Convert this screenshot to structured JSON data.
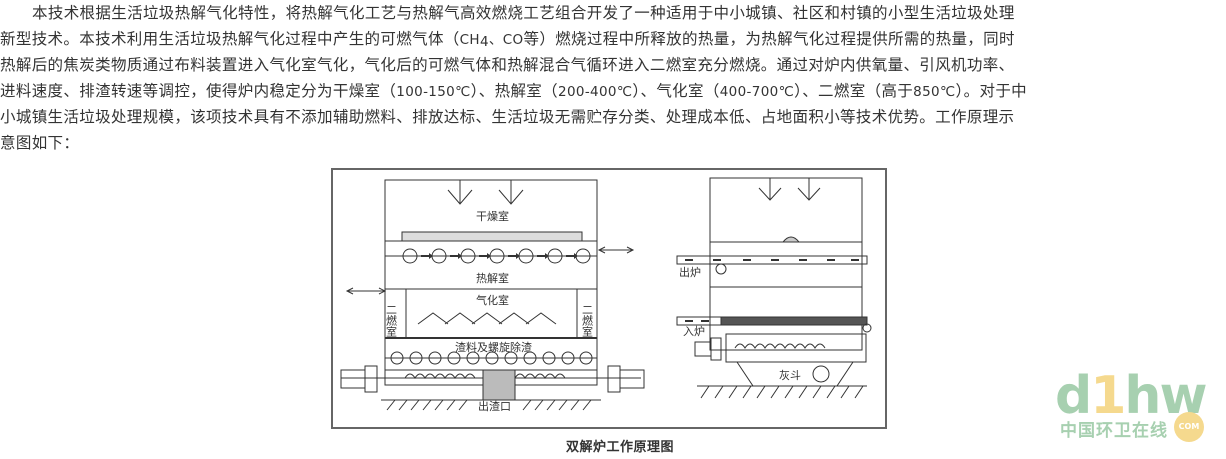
{
  "article": {
    "lines": [
      "本技术根据生活垃圾热解气化特性，将热解气化工艺与热解气高效燃烧工艺组合开发了一种适用于中小城镇、社区和村镇的小型生活垃圾处理",
      "新型技术。本技术利用生活垃圾热解气化过程中产生的可燃气体（",
      "等）燃烧过程中所释放的热量，为热解气化过程提供所需的热量，同时",
      "热解后的焦炭类物质通过布料装置进入气化室气化，气化后的可燃气体和热解混合气循环进入二燃室充分燃烧。通过对炉内供氧量、引风机功率、",
      "进料速度、排渣转速等调控，使得炉内稳定分为干燥室（",
      "）、热解室（",
      "）、气化室（",
      "）、二燃室（高于",
      "）。对于中",
      "小城镇生活垃圾处理规模，该项技术具有不添加辅助燃料、排放达标、生活垃圾无需贮存分类、处理成本低、占地面积小等技术优势。工作原理示",
      "意图如下："
    ],
    "gas_ch": "CH",
    "gas_sub": "4",
    "gas_sep": "、CO",
    "temps": {
      "drying": "100-150℃",
      "pyrolysis": "200-400℃",
      "gasification": "400-700℃",
      "secondary": "850℃"
    }
  },
  "figure": {
    "caption": "双解炉工作原理图",
    "labels": {
      "drying_chamber": "干燥室",
      "pyrolysis_chamber": "热解室",
      "gasification_chamber": "气化室",
      "secondary_chamber_vertical": "二燃室",
      "slag_screw": "渣料及螺旋除渣",
      "slag_outlet": "出渣口",
      "furnace_out": "出炉",
      "furnace_in": "入炉",
      "ash_hopper": "灰斗"
    }
  },
  "watermark": {
    "letters_d": "d",
    "letters_1": "1",
    "letters_hw": "hw",
    "cn": "中国环卫在线",
    "com": "COM",
    "colors": {
      "green": "#a7d0b0",
      "yellow": "#f5d98e"
    }
  }
}
